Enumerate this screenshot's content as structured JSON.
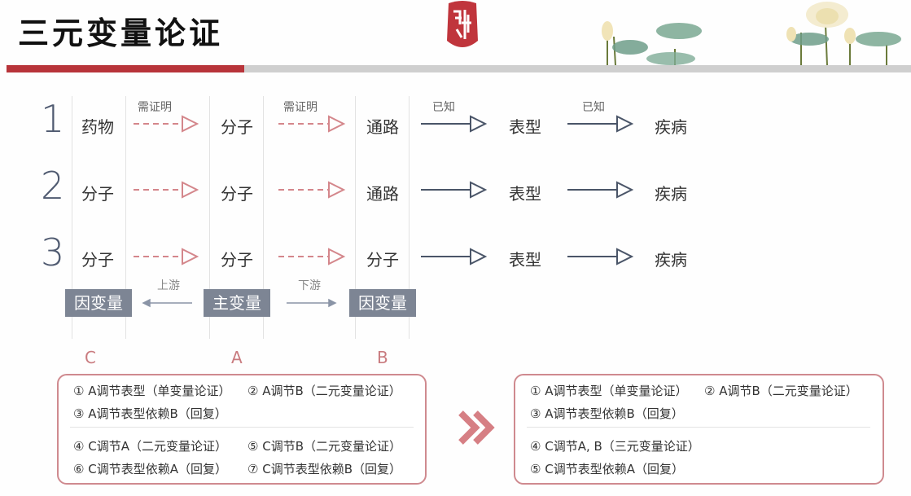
{
  "header": {
    "title": "三元变量论证",
    "seal_icon": "seal-jie-icon",
    "decoration_icon": "lotus-flowers-icon",
    "accent_color": "#b8343a"
  },
  "rows": [
    {
      "num": "1",
      "terms": [
        "药物",
        "分子",
        "通路",
        "表型",
        "疾病"
      ],
      "labels": [
        "需证明",
        "需证明",
        "已知",
        "已知"
      ]
    },
    {
      "num": "2",
      "terms": [
        "分子",
        "分子",
        "通路",
        "表型",
        "疾病"
      ],
      "labels": [
        "",
        "",
        "",
        ""
      ]
    },
    {
      "num": "3",
      "terms": [
        "分子",
        "分子",
        "分子",
        "表型",
        "疾病"
      ],
      "labels": [
        "",
        "",
        "",
        ""
      ]
    }
  ],
  "variables": {
    "left": "因变量",
    "center": "主变量",
    "right": "因变量",
    "upstream_label": "上游",
    "downstream_label": "下游",
    "letters": [
      "C",
      "A",
      "B"
    ]
  },
  "panel_left": {
    "lines": [
      [
        "① A调节表型（单变量论证）",
        "② A调节B（二元变量论证）"
      ],
      [
        "③ A调节表型依赖B（回复）"
      ],
      [
        "④ C调节A（二元变量论证）",
        "⑤ C调节B（二元变量论证）"
      ],
      [
        "⑥ C调节表型依赖A（回复）",
        "⑦ C调节表型依赖B（回复）"
      ]
    ]
  },
  "panel_right": {
    "lines": [
      [
        "① A调节表型（单变量论证）",
        "② A调节B（二元变量论证）"
      ],
      [
        "③ A调节表型依赖B（回复）"
      ],
      [
        "④ C调节A, B（三元变量论证）"
      ],
      [
        "⑤ C调节表型依赖A（回复）"
      ]
    ]
  },
  "arrow_icon": "double-chevron-right-icon",
  "colors": {
    "dashed_arrow": "#d4868b",
    "solid_arrow": "#4a5568",
    "var_box": "#7d8594",
    "panel_border": "#cf8a8f"
  }
}
